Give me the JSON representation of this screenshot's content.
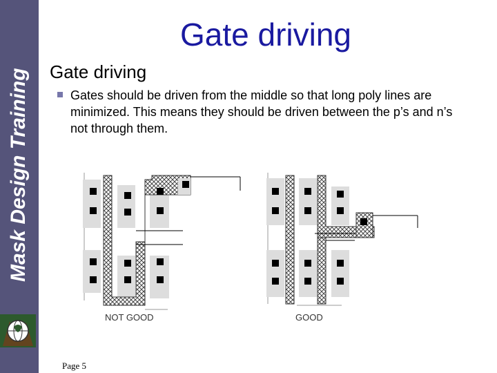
{
  "sidebar": {
    "title": "Mask Design Training",
    "logo_icon": "globe-logo-icon",
    "background": "#55547a"
  },
  "slide": {
    "title": "Gate driving",
    "bullet_level1": "Gate driving",
    "bullet_level2": "Gates should be driven from the middle so that long poly lines are minimized. This means they should be driven between the p’s and n’s not through them.",
    "page": "Page 5"
  },
  "figure": {
    "left_label": "NOT GOOD",
    "right_label": "GOOD"
  },
  "colors": {
    "title": "#1a1aa0",
    "sidebar": "#55547a"
  }
}
